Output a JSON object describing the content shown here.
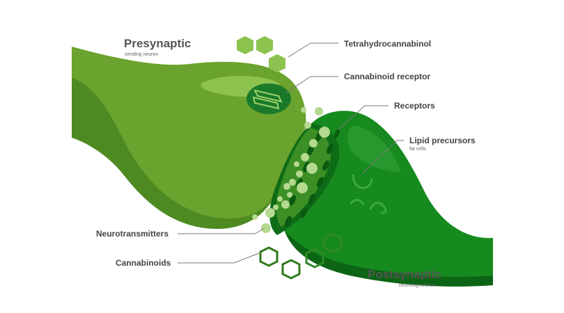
{
  "presynaptic": {
    "title": "Presynaptic",
    "subtitle": "sending neuron"
  },
  "postsynaptic": {
    "title": "Postsynaptic",
    "subtitle": "receiving neuron"
  },
  "labels": {
    "thc": "Tetrahydrocannabinol",
    "cannabinoid_receptor": "Cannabinoid receptor",
    "receptors": "Receptors",
    "lipid_precursors": "Lipid precursors",
    "lipid_note": "fat cells",
    "neurotransmitters": "Neurotransmitters",
    "cannabinoids": "Cannabinoids"
  },
  "colors": {
    "presynaptic_main": "#6aa32d",
    "presynaptic_dark": "#4e8a22",
    "presynaptic_light": "#8cc24e",
    "postsynaptic_main": "#168a1e",
    "postsynaptic_dark": "#0c6514",
    "thc_hexagon": "#8cc24e",
    "cannabinoid_outline": "#2f7a18",
    "vesicle": "#b4d98f",
    "text": "#444444"
  }
}
